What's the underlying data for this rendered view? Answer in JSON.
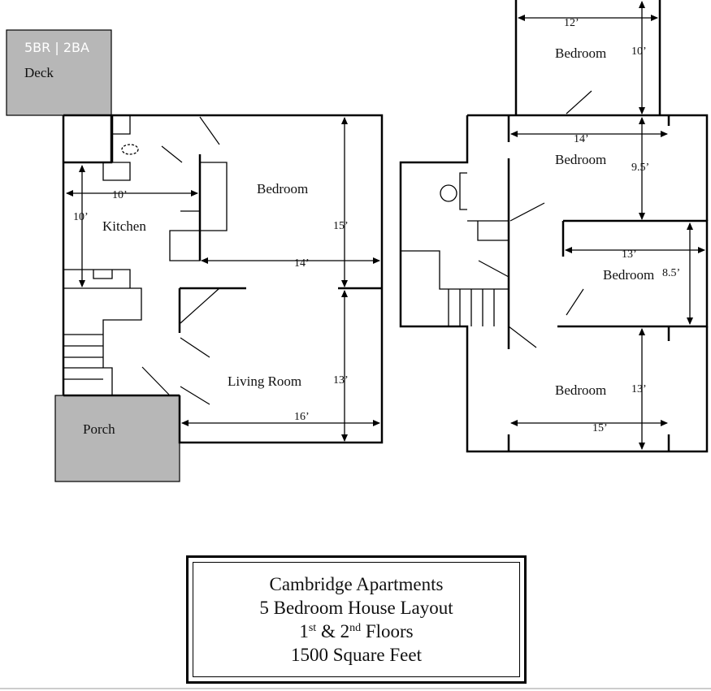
{
  "badge": {
    "text": "5BR | 2BA"
  },
  "first_floor": {
    "deck": "Deck",
    "kitchen": "Kitchen",
    "bedroom": "Bedroom",
    "living_room": "Living Room",
    "porch": "Porch",
    "dims": {
      "kitchen_width": "10’",
      "kitchen_depth": "10’",
      "bedroom_depth": "15’",
      "bedroom_width": "14’",
      "living_depth": "13’",
      "living_width": "16’"
    }
  },
  "second_floor": {
    "bedroom_top": "Bedroom",
    "bedroom_upper": "Bedroom",
    "bedroom_right": "Bedroom",
    "bedroom_bottom": "Bedroom",
    "dims": {
      "top_width": "12’",
      "top_depth": "10’",
      "upper_width": "14’",
      "upper_depth": "9.5’",
      "right_width": "13’",
      "right_depth": "8.5’",
      "bottom_depth": "13’",
      "bottom_width": "15’"
    }
  },
  "title_block": {
    "line1": "Cambridge Apartments",
    "line2": "5 Bedroom House Layout",
    "line3_a": "1",
    "line3_sup_a": "st",
    "line3_b": " & 2",
    "line3_sup_b": "nd",
    "line3_c": " Floors",
    "line4": "1500 Square Feet"
  }
}
